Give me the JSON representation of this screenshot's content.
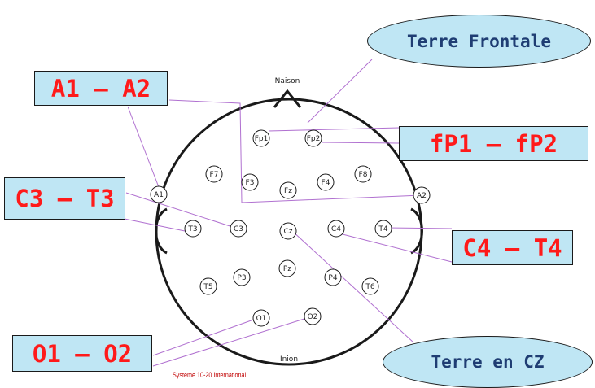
{
  "diagram": {
    "landmarks": {
      "nasion": "Naison",
      "inion": "Inion"
    },
    "caption": "Systeme 10-20 International",
    "electrodes": [
      "Fp1",
      "Fp2",
      "F7",
      "F3",
      "Fz",
      "F4",
      "F8",
      "A1",
      "A2",
      "T3",
      "C3",
      "Cz",
      "C4",
      "T4",
      "T5",
      "P3",
      "Pz",
      "P4",
      "T6",
      "O1",
      "O2"
    ],
    "boxes": {
      "a1_a2": "A1 – A2",
      "fp1_fp2": "fP1 – fP2",
      "c3_t3": "C3 – T3",
      "c4_t4": "C4 – T4",
      "o1_o2": "O1 – O2"
    },
    "ovals": {
      "terre_frontale": "Terre Frontale",
      "terre_cz": "Terre en CZ"
    }
  },
  "colors": {
    "box_fill": "#bfe6f4",
    "box_text": "#ff1a1a",
    "oval_text": "#1f3d73",
    "connector": "#b070d0",
    "caption": "#c00000"
  }
}
